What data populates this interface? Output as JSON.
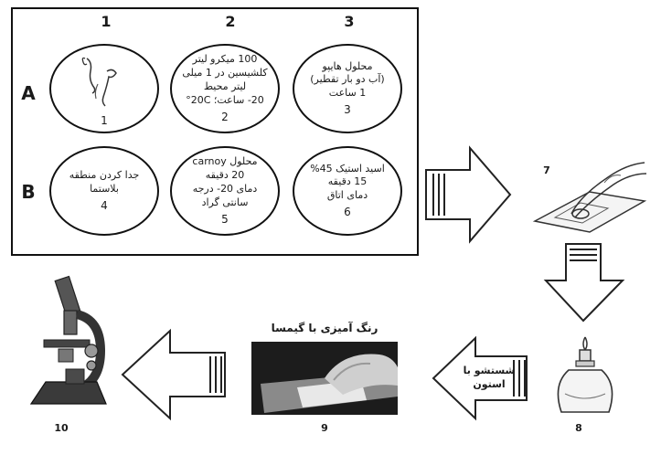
{
  "grid": {
    "columns": [
      "1",
      "2",
      "3"
    ],
    "rows": [
      "A",
      "B"
    ],
    "cells": [
      {
        "lines": [],
        "number": "1"
      },
      {
        "lines": [
          "100 میکرو لیتر",
          "کلشیسین در 1 میلی",
          "لیتر محیط",
          "20- ساعت؛ 20C°"
        ],
        "number": "2"
      },
      {
        "lines": [
          "محلول هایپو",
          "(آب دو بار تقطیر)",
          "1 ساعت"
        ],
        "number": "3"
      },
      {
        "lines": [
          "جدا کردن منطقه",
          "بلاستما"
        ],
        "number": "4"
      },
      {
        "lines": [
          "محلول carnoy",
          "20 دقیقه",
          "دمای 20- درجه",
          "سانتی گراد"
        ],
        "number": "5"
      },
      {
        "lines": [
          "اسید استیک 45%",
          "15 دقیقه",
          "دمای اتاق"
        ],
        "number": "6"
      }
    ]
  },
  "steps": {
    "s7": "7",
    "s8": "8",
    "s9": "9",
    "s10": "10",
    "s8_label": "شستشو با استون",
    "s9_label": "رنگ آمیزی با گیمسا"
  }
}
